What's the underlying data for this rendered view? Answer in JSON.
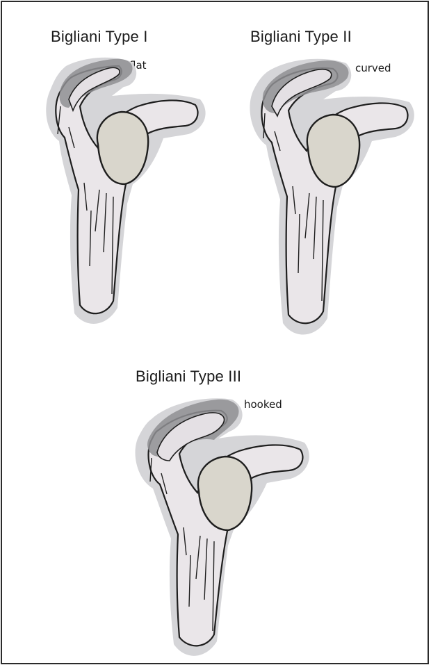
{
  "panels": [
    {
      "title": "Bigliani Type I",
      "shape": "flat"
    },
    {
      "title": "Bigliani Type II",
      "shape": "curved"
    },
    {
      "title": "Bigliani Type III",
      "shape": "hooked"
    }
  ],
  "colors": {
    "border": "#2b2b2b",
    "halo": "#d5d5d8",
    "bone_fill": "#eae6e9",
    "acromion_highlight": "#8f8f93",
    "glenoid_fill": "#d9d6cc",
    "ink": "#1e1e1e"
  }
}
